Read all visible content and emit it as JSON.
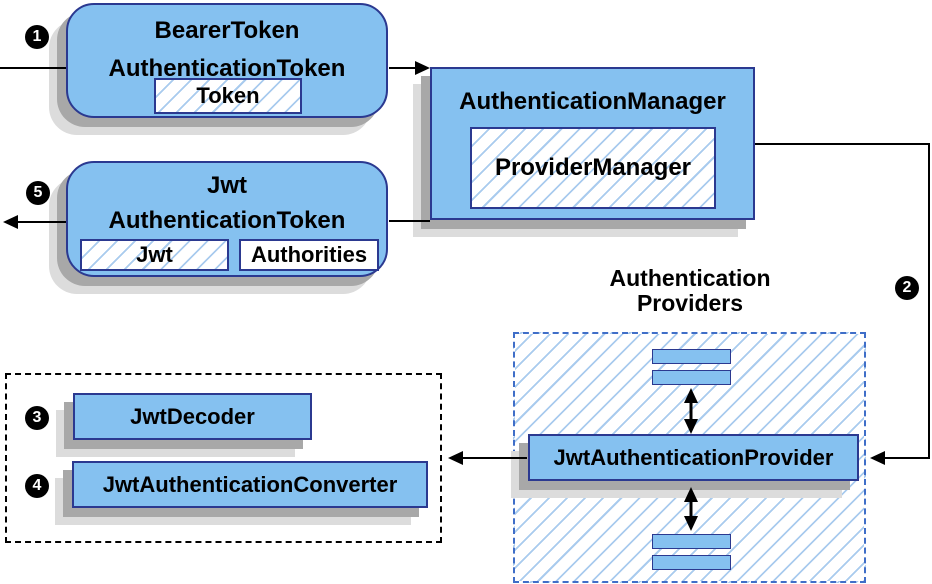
{
  "badges": {
    "step1": "1",
    "step2": "2",
    "step3": "3",
    "step4": "4",
    "step5": "5"
  },
  "bearer_box": {
    "title_line1": "BearerToken",
    "title_line2": "AuthenticationToken",
    "chip": "Token"
  },
  "manager_box": {
    "title": "AuthenticationManager",
    "chip": "ProviderManager"
  },
  "jwt_box": {
    "title_line1": "Jwt",
    "title_line2": "AuthenticationToken",
    "chip_jwt": "Jwt",
    "chip_authorities": "Authorities"
  },
  "decoder_box": {
    "label": "JwtDecoder"
  },
  "converter_box": {
    "label": "JwtAuthenticationConverter"
  },
  "providers": {
    "label_line1": "Authentication",
    "label_line2": "Providers",
    "provider_label": "JwtAuthenticationProvider"
  },
  "colors": {
    "node_fill": "#85C1F0",
    "node_border": "#2B3990",
    "hatch_line": "#A9CBEE",
    "providers_dashed_border": "#3F6EC8",
    "decoder_dashed_border": "#000000",
    "shadow_dark": "#A8A8A8",
    "shadow_light": "#DCDCDC",
    "arrow": "#000000",
    "badge_bg": "#000000",
    "badge_text": "#FFFFFF"
  }
}
